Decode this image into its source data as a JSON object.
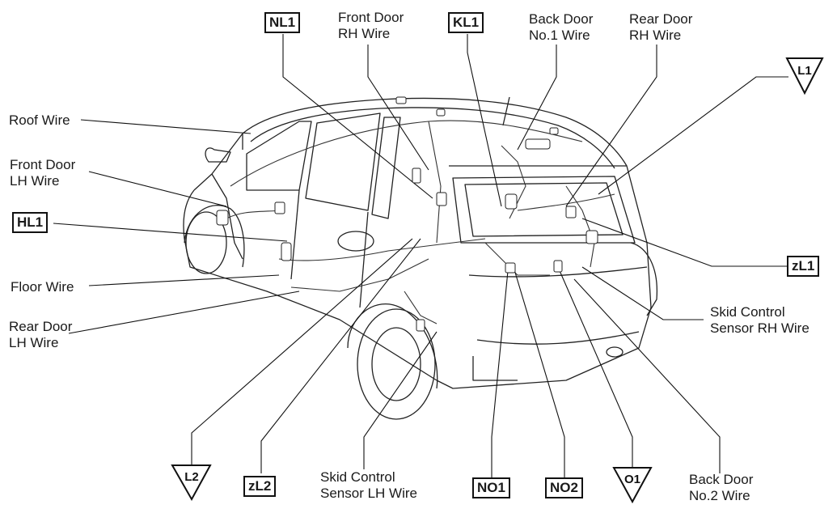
{
  "labels": {
    "front_door_rh": [
      "Front Door",
      "RH Wire"
    ],
    "back_door_no1": [
      "Back Door",
      "No.1 Wire"
    ],
    "rear_door_rh": [
      "Rear Door",
      "RH Wire"
    ],
    "roof": [
      "Roof Wire"
    ],
    "front_door_lh": [
      "Front Door",
      "LH Wire"
    ],
    "floor": [
      "Floor Wire"
    ],
    "rear_door_lh": [
      "Rear Door",
      "LH Wire"
    ],
    "skid_rh": [
      "Skid Control",
      "Sensor RH Wire"
    ],
    "skid_lh": [
      "Skid Control",
      "Sensor LH Wire"
    ],
    "back_door_no2": [
      "Back Door",
      "No.2 Wire"
    ]
  },
  "codes": {
    "nl1": "NL1",
    "kl1": "KL1",
    "hl1": "HL1",
    "zl1": "zL1",
    "zl2": "zL2",
    "no1": "NO1",
    "no2": "NO2"
  },
  "triangles": {
    "l1": "L1",
    "l2": "L2",
    "o1": "O1"
  }
}
